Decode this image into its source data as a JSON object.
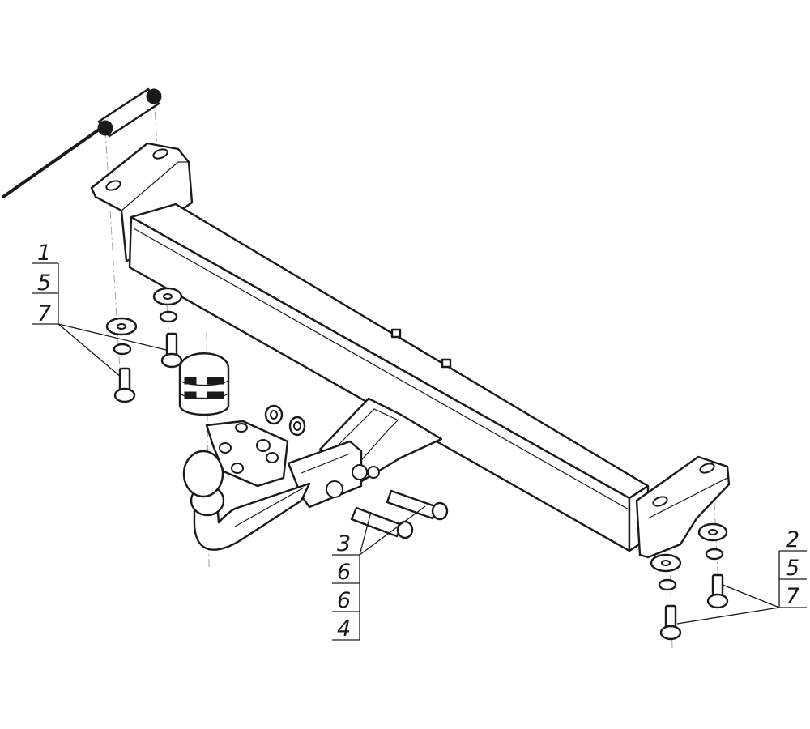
{
  "callouts": {
    "left_mount": {
      "labels": [
        "1",
        "5",
        "7"
      ]
    },
    "center_bolts": {
      "labels": [
        "3",
        "6",
        "6",
        "4"
      ]
    },
    "right_mount": {
      "labels": [
        "2",
        "5",
        "7"
      ]
    }
  },
  "colors": {
    "ink": "#1a1a1a",
    "paper": "#ffffff",
    "axis": "#9a9a9a"
  }
}
